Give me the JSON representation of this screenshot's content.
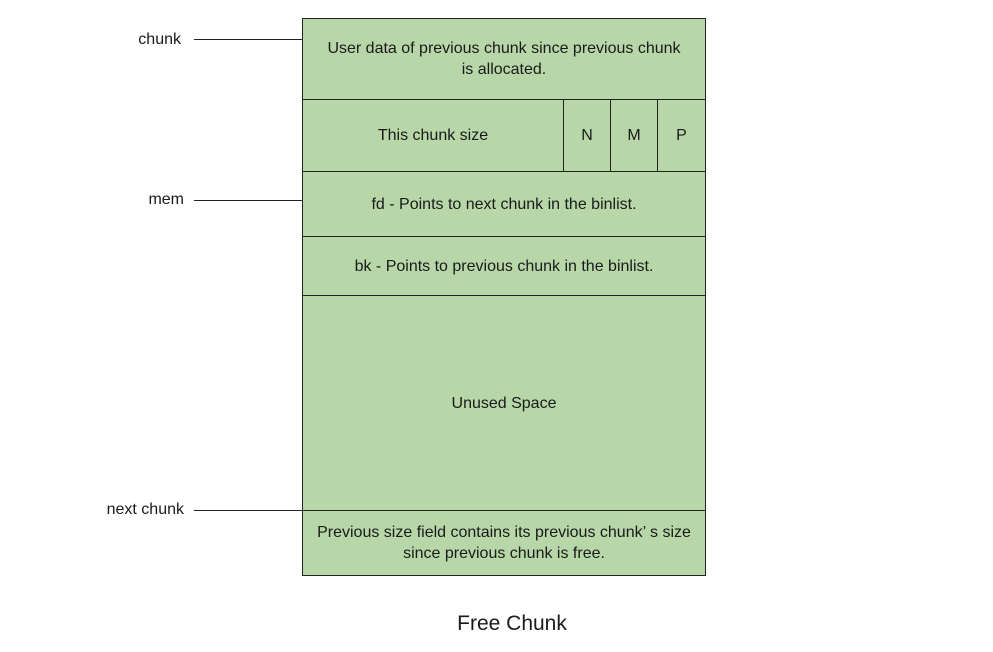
{
  "pointers": {
    "chunk": "chunk",
    "mem": "mem",
    "next_chunk": "next chunk"
  },
  "rows": {
    "prev_user_data": "User data of previous chunk since previous chunk is allocated.",
    "size": "This chunk size",
    "flag_n": "N",
    "flag_m": "M",
    "flag_p": "P",
    "fd": "fd - Points to next chunk in the binlist.",
    "bk": "bk - Points to previous chunk in the binlist.",
    "unused": "Unused Space",
    "prev_size": "Previous size field contains its previous chunk’ s size since previous chunk is free."
  },
  "caption": "Free Chunk",
  "colors": {
    "fill": "#b7d7a8",
    "stroke": "#222222"
  }
}
